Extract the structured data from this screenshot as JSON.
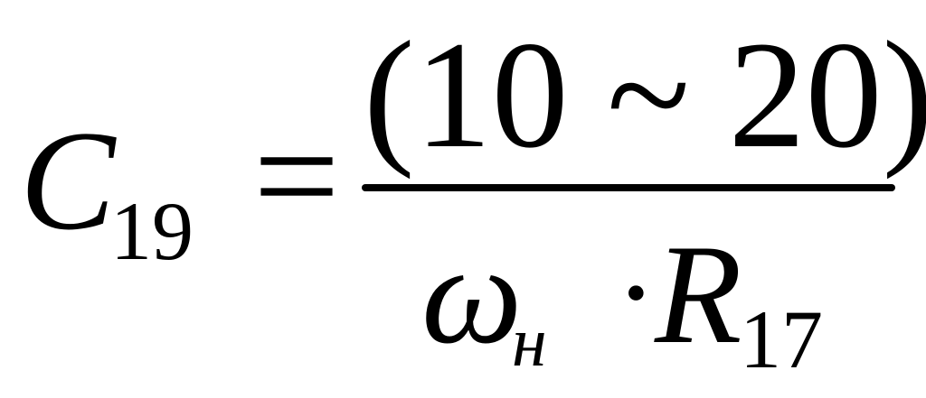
{
  "formula": {
    "lhs_symbol": "C",
    "lhs_subscript": "19",
    "equals": "=",
    "numerator": "(10 ~ 20)",
    "denominator": {
      "omega": "ω",
      "omega_subscript": "н",
      "dot": "·",
      "r_symbol": "R",
      "r_subscript": "17"
    }
  }
}
